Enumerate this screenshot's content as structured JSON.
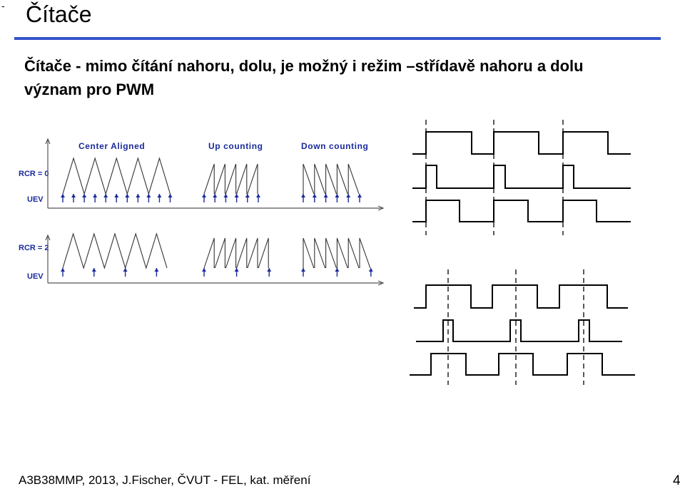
{
  "slide": {
    "marker": "-",
    "title": "Čítače",
    "line1": "Čítače  - mimo čítání nahoru, dolu, je možný i režim –střídavě nahoru a dolu",
    "line2": "význam pro PWM",
    "footer": "A3B38MMP, 2013, J.Fischer, ČVUT - FEL,  kat. měření",
    "page_number": "4"
  },
  "diagram": {
    "modes": [
      "Center Aligned",
      "Up counting",
      "Down counting"
    ],
    "rcr_labels": [
      "RCR = 0",
      "RCR = 2"
    ],
    "uev_label": "UEV",
    "colors": {
      "axis": "#555555",
      "wave": "#333333",
      "arrow": "#1a2a9a",
      "label": "#1a2a9a"
    }
  }
}
